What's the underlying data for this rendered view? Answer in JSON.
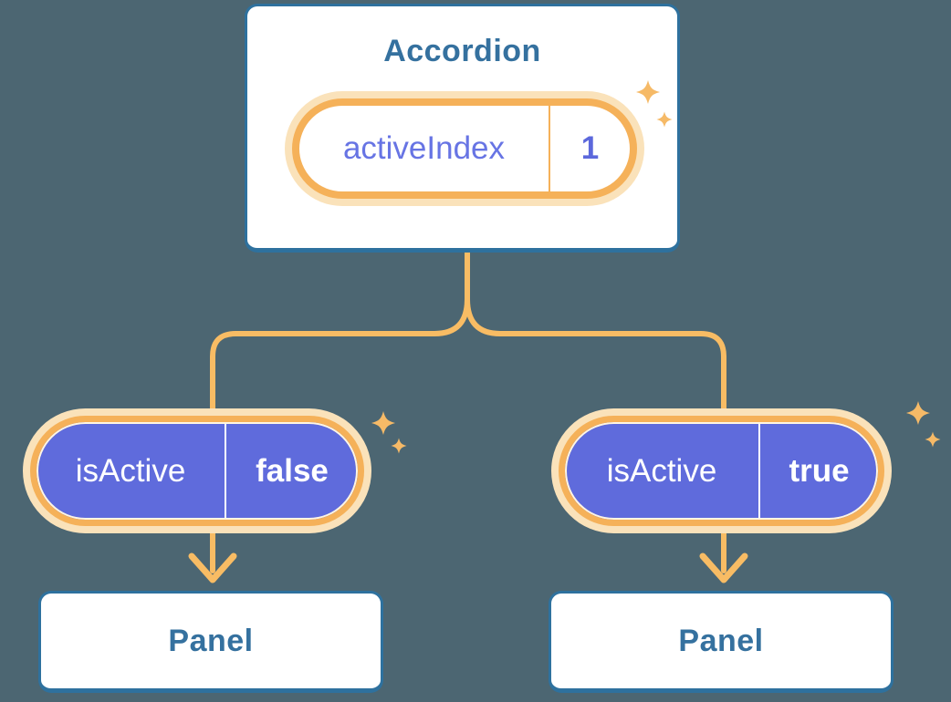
{
  "diagram": {
    "description": "Component tree showing lifted state: Accordion holds activeIndex and passes isActive to two Panels",
    "root": {
      "title": "Accordion",
      "state": {
        "name": "activeIndex",
        "value": "1"
      }
    },
    "children": [
      {
        "prop": {
          "name": "isActive",
          "value": "false"
        },
        "panel_title": "Panel"
      },
      {
        "prop": {
          "name": "isActive",
          "value": "true"
        },
        "panel_title": "Panel"
      }
    ],
    "icons": {
      "sparkle": "four-point-star"
    },
    "colors": {
      "background": "#4C6672",
      "card_border_blue": "#2E719E",
      "title_text_blue": "#35719F",
      "pill_orange_border": "#F5B159",
      "pill_glow": "#FAE2BA",
      "connector_orange": "#F8BC64",
      "sparkle_orange": "#F6BA67",
      "prop_pill_purple": "#5F6BDC",
      "state_text_purple": "#6774E4",
      "state_value_purple": "#5C68DC",
      "prop_text_white": "#FFFFFF"
    }
  }
}
